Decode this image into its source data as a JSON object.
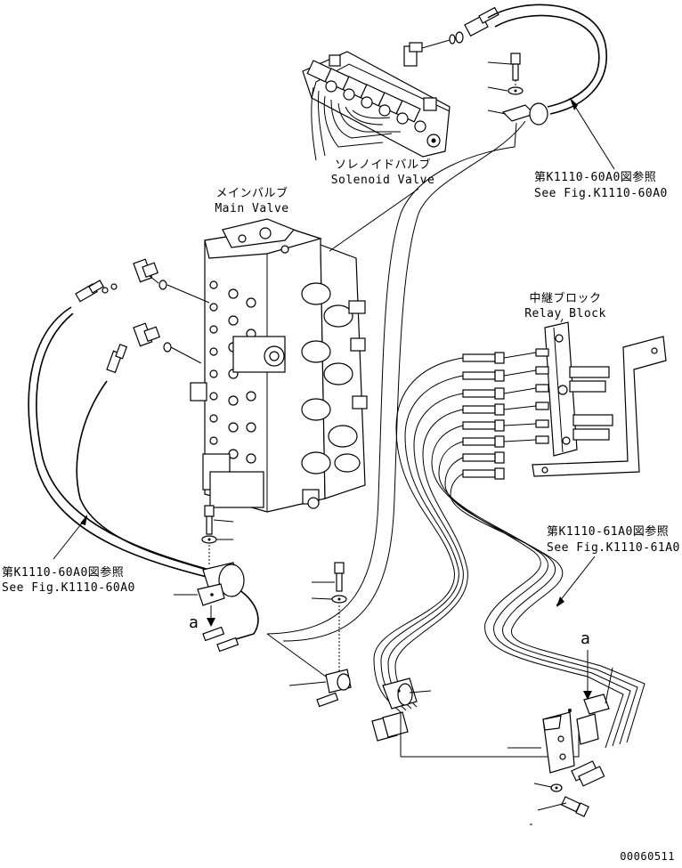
{
  "labels": {
    "solenoid_valve_jp": "ソレノイドバルブ",
    "solenoid_valve_en": "Solenoid Valve",
    "main_valve_jp": "メインバルブ",
    "main_valve_en": "Main Valve",
    "relay_block_jp": "中継ブロック",
    "relay_block_en": "Relay Block",
    "ref_top_right_jp": "第K1110-60A0図参照",
    "ref_top_right_en": "See Fig.K1110-60A0",
    "ref_left_jp": "第K1110-60A0図参照",
    "ref_left_en": "See Fig.K1110-60A0",
    "ref_mid_right_jp": "第K1110-61A0図参照",
    "ref_mid_right_en": "See Fig.K1110-61A0",
    "mark_a_left": "a",
    "mark_a_right": "a",
    "figure_number": "00060511"
  },
  "colors": {
    "ink": "#000000",
    "paper": "#ffffff"
  }
}
